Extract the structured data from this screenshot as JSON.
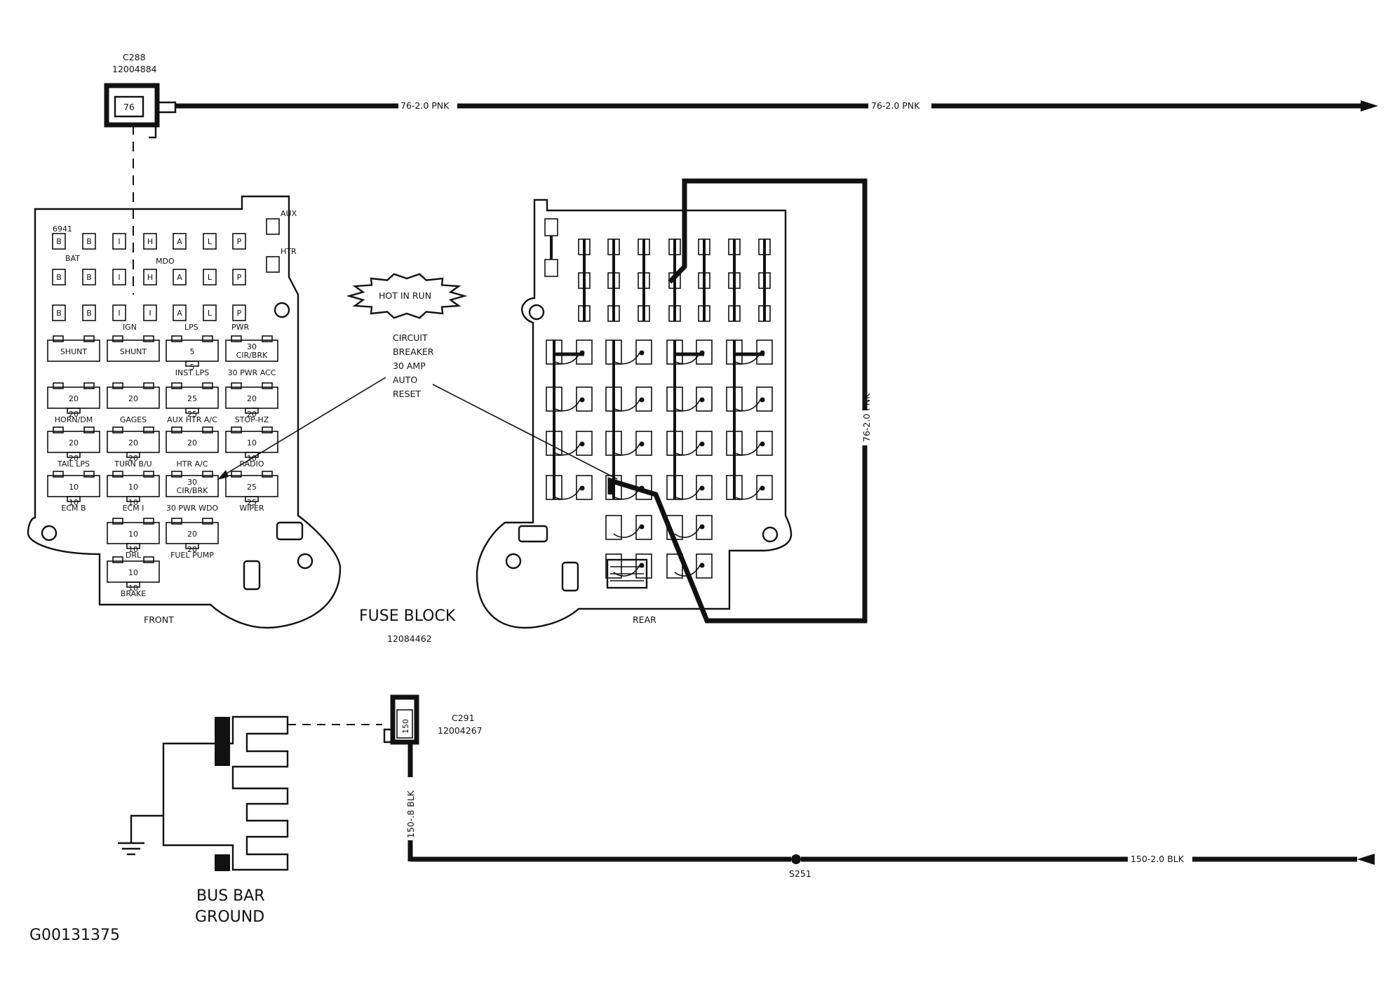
{
  "connector_c288": {
    "id": "C288",
    "part": "12004884",
    "pin": "76"
  },
  "wire_top": {
    "label_left": "76-2.0 PNK",
    "label_right": "76-2.0 PNK"
  },
  "wire_right_vertical": {
    "label": "76-2.0 PNK"
  },
  "front_block": {
    "label": "FRONT",
    "id": "6941",
    "side_labels": {
      "aux_top": "AUX",
      "htr": "HTR"
    },
    "bus_row_labels": {
      "bat": "BAT",
      "mdo": "MDO",
      "ign": "IGN",
      "lps": "LPS",
      "pwr": "PWR"
    },
    "bus_rows": [
      [
        "B",
        "B",
        "I",
        "H",
        "A",
        "L",
        "P"
      ],
      [
        "B",
        "B",
        "I",
        "H",
        "A",
        "L",
        "P"
      ],
      [
        "B",
        "B",
        "I",
        "I",
        "A",
        "L",
        "P"
      ]
    ],
    "fuses": [
      {
        "value": "SHUNT",
        "under": "",
        "label": ""
      },
      {
        "value": "SHUNT",
        "under": "",
        "label": ""
      },
      {
        "value": "5",
        "under": "5",
        "label": "INST LPS"
      },
      {
        "value": "30\nCIR/BRK",
        "under": "",
        "label": "30 PWR ACC"
      },
      {
        "value": "20",
        "under": "20",
        "label": "HORN/DM"
      },
      {
        "value": "20",
        "under": "",
        "label": "GAGES"
      },
      {
        "value": "25",
        "under": "25",
        "label": "AUX HTR A/C"
      },
      {
        "value": "20",
        "under": "20",
        "label": "STOP-HZ"
      },
      {
        "value": "20",
        "under": "20",
        "label": "TAIL LPS"
      },
      {
        "value": "20",
        "under": "20",
        "label": "TURN B/U"
      },
      {
        "value": "20",
        "under": "",
        "label": "HTR A/C"
      },
      {
        "value": "10",
        "under": "10",
        "label": "RADIO"
      },
      {
        "value": "10",
        "under": "10",
        "label": "ECM B"
      },
      {
        "value": "10",
        "under": "10",
        "label": "ECM I"
      },
      {
        "value": "30\nCIR/BRK",
        "under": "",
        "label": "30 PWR WDO"
      },
      {
        "value": "25",
        "under": "25",
        "label": "WIPER"
      },
      {
        "value": "10",
        "under": "10",
        "label": "DRL"
      },
      {
        "value": "20",
        "under": "20",
        "label": "FUEL PUMP"
      },
      {
        "value": "10",
        "under": "10",
        "label": "BRAKE"
      }
    ]
  },
  "hot_in_run": "HOT IN RUN",
  "callout": {
    "lines": [
      "CIRCUIT",
      "BREAKER",
      "30 AMP",
      "AUTO",
      "RESET"
    ]
  },
  "fuse_block": {
    "title": "FUSE BLOCK",
    "part": "12084462"
  },
  "rear_block": {
    "label": "REAR"
  },
  "connector_c291": {
    "id": "C291",
    "part": "12004267",
    "pin": "150"
  },
  "wire_c291": {
    "label": "150-.8 BLK"
  },
  "wire_bottom": {
    "label": "150-2.0 BLK",
    "splice": "S251"
  },
  "bus_bar": {
    "line1": "BUS BAR",
    "line2": "GROUND"
  },
  "figure_id": "G00131375"
}
